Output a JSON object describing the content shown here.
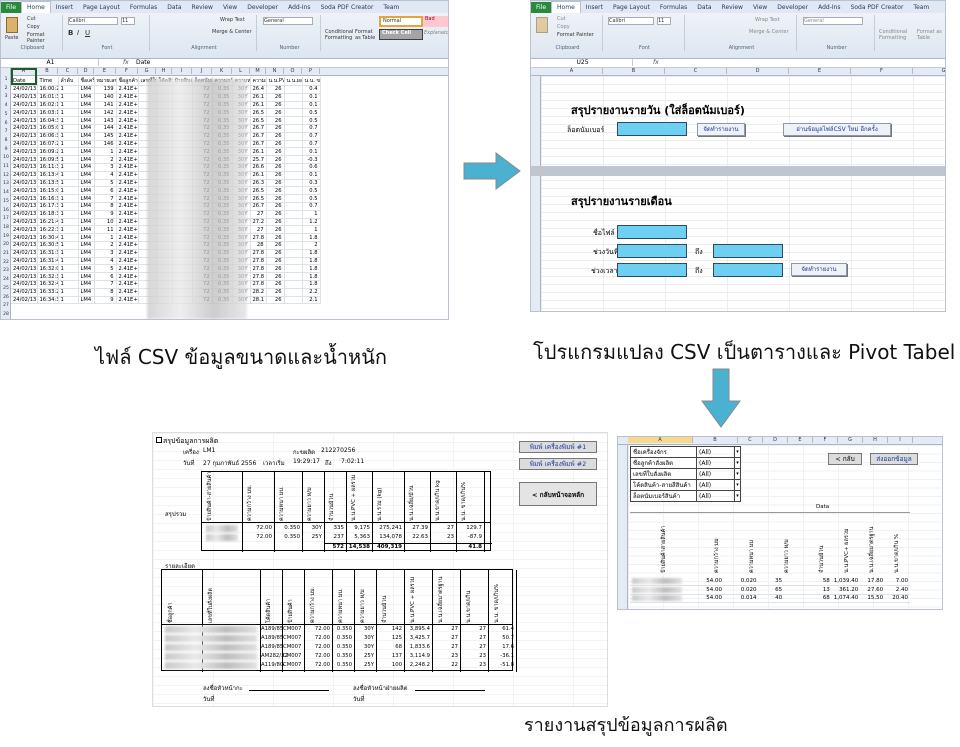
{
  "excel": {
    "tabs": [
      "File",
      "Home",
      "Insert",
      "Page Layout",
      "Formulas",
      "Data",
      "Review",
      "View",
      "Developer",
      "Add-Ins",
      "Soda PDF Creator",
      "Team"
    ],
    "clipboard": {
      "paste": "Paste",
      "cut": "Cut",
      "copy": "Copy",
      "format_painter": "Format Painter",
      "group": "Clipboard"
    },
    "font": {
      "name": "Calibri",
      "size": "11",
      "group": "Font"
    },
    "alignment": {
      "wrap": "Wrap Text",
      "merge": "Merge & Center",
      "group": "Alignment"
    },
    "number": {
      "format": "General",
      "group": "Number"
    },
    "styles": {
      "cond": "Conditional Formatting",
      "table": "Format as Table",
      "normal": "Normal",
      "bad": "Bad",
      "check": "Check Cell",
      "expl": "Explanato"
    }
  },
  "csv": {
    "namebox": "A1",
    "formula": "Date",
    "columns": [
      "A",
      "B",
      "C",
      "D",
      "E",
      "F",
      "G",
      "H",
      "I",
      "J",
      "K",
      "L",
      "M",
      "N",
      "O",
      "P"
    ],
    "header": [
      "Date",
      "Time",
      "ลำดับ",
      "ชื่อเครื่อง",
      "หมายเลข",
      "ชื่อลูกค้า",
      "เลขที่ใบสั่ง",
      "โค้ดสินค้า",
      "ป้ายสินค้า",
      "ล็อตนัมเบอร์",
      "ความกว้าง",
      "ความหนา",
      "ความยาว",
      "น.น.PVC",
      "น.น.ผลรวม",
      "น.น. ขาด/เกิน"
    ],
    "rows": [
      [
        "24/02/13",
        "16:00:23",
        "1",
        "LM4",
        "139",
        "2.41E+08",
        "72",
        "0.35",
        "30Y",
        "26.4",
        "26",
        "0.4"
      ],
      [
        "24/02/13",
        "16:01:30",
        "1",
        "LM4",
        "140",
        "2.41E+08",
        "72",
        "0.35",
        "30Y",
        "26.1",
        "26",
        "0.1"
      ],
      [
        "24/02/13",
        "16:02:13",
        "1",
        "LM4",
        "141",
        "2.41E+08",
        "72",
        "0.35",
        "30Y",
        "26.1",
        "26",
        "0.1"
      ],
      [
        "24/02/13",
        "16:03:18",
        "1",
        "LM4",
        "142",
        "2.41E+08",
        "72",
        "0.35",
        "30Y",
        "26.5",
        "26",
        "0.5"
      ],
      [
        "24/02/13",
        "16:04:31",
        "1",
        "LM4",
        "143",
        "2.41E+08",
        "72",
        "0.35",
        "30Y",
        "26.5",
        "26",
        "0.5"
      ],
      [
        "24/02/13",
        "16:05:02",
        "1",
        "LM4",
        "144",
        "2.41E+08",
        "72",
        "0.35",
        "30Y",
        "26.7",
        "26",
        "0.7"
      ],
      [
        "24/02/13",
        "16:06:33",
        "1",
        "LM4",
        "145",
        "2.41E+08",
        "72",
        "0.35",
        "30Y",
        "26.7",
        "26",
        "0.7"
      ],
      [
        "24/02/13",
        "16:07:22",
        "1",
        "LM4",
        "146",
        "2.41E+08",
        "72",
        "0.35",
        "30Y",
        "26.7",
        "26",
        "0.7"
      ],
      [
        "24/02/13",
        "16:09:25",
        "1",
        "LM4",
        "1",
        "2.41E+08",
        "72",
        "0.35",
        "30Y",
        "26.1",
        "26",
        "0.1"
      ],
      [
        "24/02/13",
        "16:09:53",
        "1",
        "LM4",
        "2",
        "2.41E+08",
        "72",
        "0.35",
        "30Y",
        "25.7",
        "26",
        "-0.3"
      ],
      [
        "24/02/13",
        "16:11:35",
        "1",
        "LM4",
        "3",
        "2.41E+08",
        "72",
        "0.35",
        "30Y",
        "26.6",
        "26",
        "0.6"
      ],
      [
        "24/02/13",
        "16:13:45",
        "1",
        "LM4",
        "4",
        "2.41E+08",
        "72",
        "0.35",
        "30Y",
        "26.1",
        "26",
        "0.1"
      ],
      [
        "24/02/13",
        "16:13:57",
        "1",
        "LM4",
        "5",
        "2.41E+08",
        "72",
        "0.35",
        "30Y",
        "26.3",
        "26",
        "0.3"
      ],
      [
        "24/02/13",
        "16:15:05",
        "1",
        "LM4",
        "6",
        "2.41E+08",
        "72",
        "0.35",
        "30Y",
        "26.5",
        "26",
        "0.5"
      ],
      [
        "24/02/13",
        "16:16:30",
        "1",
        "LM4",
        "7",
        "2.41E+08",
        "72",
        "0.35",
        "30Y",
        "26.5",
        "26",
        "0.5"
      ],
      [
        "24/02/13",
        "16:17:31",
        "1",
        "LM4",
        "8",
        "2.41E+08",
        "72",
        "0.35",
        "30Y",
        "26.7",
        "26",
        "0.7"
      ],
      [
        "24/02/13",
        "16:18:35",
        "1",
        "LM4",
        "9",
        "2.41E+08",
        "72",
        "0.35",
        "30Y",
        "27",
        "26",
        "1"
      ],
      [
        "24/02/13",
        "16:21:44",
        "1",
        "LM4",
        "10",
        "2.41E+08",
        "72",
        "0.35",
        "30Y",
        "27.2",
        "26",
        "1.2"
      ],
      [
        "24/02/13",
        "16:22:38",
        "1",
        "LM4",
        "11",
        "2.41E+08",
        "72",
        "0.35",
        "30Y",
        "27",
        "26",
        "1"
      ],
      [
        "24/02/13",
        "16:30:45",
        "1",
        "LM4",
        "1",
        "2.41E+08",
        "72",
        "0.35",
        "30Y",
        "27.8",
        "26",
        "1.8"
      ],
      [
        "24/02/13",
        "16:30:58",
        "1",
        "LM4",
        "2",
        "2.41E+08",
        "72",
        "0.35",
        "30Y",
        "28",
        "26",
        "2"
      ],
      [
        "24/02/13",
        "16:31:33",
        "1",
        "LM4",
        "3",
        "2.41E+08",
        "72",
        "0.35",
        "30Y",
        "27.8",
        "26",
        "1.8"
      ],
      [
        "24/02/13",
        "16:31:45",
        "1",
        "LM4",
        "4",
        "2.41E+08",
        "72",
        "0.35",
        "30Y",
        "27.8",
        "26",
        "1.8"
      ],
      [
        "24/02/13",
        "16:32:00",
        "1",
        "LM4",
        "5",
        "2.41E+08",
        "72",
        "0.35",
        "30Y",
        "27.8",
        "26",
        "1.8"
      ],
      [
        "24/02/13",
        "16:32:31",
        "1",
        "LM4",
        "6",
        "2.41E+08",
        "72",
        "0.35",
        "30Y",
        "27.8",
        "26",
        "1.8"
      ],
      [
        "24/02/13",
        "16:32:49",
        "1",
        "LM4",
        "7",
        "2.41E+08",
        "72",
        "0.35",
        "30Y",
        "27.8",
        "26",
        "1.8"
      ],
      [
        "24/02/13",
        "16:33:21",
        "1",
        "LM4",
        "8",
        "2.41E+08",
        "72",
        "0.35",
        "30Y",
        "28.2",
        "26",
        "2.2"
      ],
      [
        "24/02/13",
        "16:34:34",
        "1",
        "LM4",
        "9",
        "2.41E+08",
        "72",
        "0.35",
        "30Y",
        "28.1",
        "26",
        "2.1"
      ]
    ]
  },
  "converter": {
    "namebox": "U25",
    "daily_title": "สรุปรายงานรายวัน (ใส่ล็อตนัมเบอร์)",
    "lot_label": "ล็อตนัมเบอร์",
    "report_btn": "จัดทำรายงาน",
    "read_csv_btn": "อ่านข้อมูลไฟล์CSV ใหม่ อีกครั้ง",
    "monthly_title": "สรุปรายงานรายเดือน",
    "file_label": "ชื่อไฟล์",
    "date_range_label": "ช่วงวันที่",
    "time_range_label": "ช่วงเวลา",
    "to_label": "ถึง",
    "report_btn2": "จัดทำรายงาน"
  },
  "captions": {
    "csv": "ไฟล์ CSV ข้อมูลขนาดและน้ำหนัก",
    "converter": "โปรแกรมแปลง CSV เป็นตารางและ Pivot Tabel",
    "report": "รายงานสรุปข้อมูลการผลิต"
  },
  "report": {
    "title": "สรุปข้อมูลการผลิต",
    "machine_label": "เครื่อง",
    "machine": "LM1",
    "order_label": "กะขผลิต",
    "order": "212270256",
    "date_label": "วันที่",
    "date": "27 กุมภาพันธ์ 2556",
    "start_label": "เวลาเริ่ม",
    "start": "19:29:17",
    "to_label": "ถึง",
    "end": "7:02:11",
    "btn_print1": "พิมพ์ เครื่องพิมพ์ #1",
    "btn_print2": "พิมพ์ เครื่องพิมพ์ #2",
    "btn_back": "< กลับหน้าจอหลัก",
    "summary_label": "สรุปรวม",
    "summary_headers": [
      "ป้ายสินค้า-สายสินค้า",
      "ความกว้าง มม.",
      "ความหนา มม.",
      "ความยาว ห/ม",
      "จำนวนม้วน",
      "น.น.PVC + ผลรวม",
      "น.น.รวม (kg)",
      "น.น.เฉลี่ย/ม้วน",
      "น.น.ขาด/เกิน kg",
      "น.น. ขาด/เกิน%"
    ],
    "summary_rows": [
      [
        "72.00",
        "0.350",
        "30Y",
        "335",
        "9,175",
        "275,241",
        "27.39",
        "27",
        "129.7"
      ],
      [
        "72.00",
        "0.350",
        "25Y",
        "237",
        "5,363",
        "134,078",
        "22.63",
        "23",
        "-87.9"
      ]
    ],
    "summary_total": [
      "572",
      "14,538",
      "409,319",
      "",
      "",
      "41.8"
    ],
    "detail_label": "รายละเอียด",
    "detail_headers": [
      "ชื่อลูกค้า",
      "เลขที่ใบสั่งผลิต",
      "โค้ดสินค้า",
      "ป้ายสินค้า",
      "ความกว้าง มม.",
      "ความหนา มม.",
      "ความยาว ห/ม",
      "จำนวนม้วน",
      "น.น.PVC + ผลรวม",
      "น.น.เฉลี่ยมาตรฐาน",
      "น.น.ขาด/เกิน",
      "น.น. ขาด/เกิน%"
    ],
    "detail_rows": [
      [
        "A189/85",
        "CM007",
        "72.00",
        "0.350",
        "30Y",
        "142",
        "3,895.4",
        "27",
        "27",
        "61.4"
      ],
      [
        "A189/85",
        "CM007",
        "72.00",
        "0.350",
        "30Y",
        "125",
        "3,425.7",
        "27",
        "27",
        "50.7"
      ],
      [
        "A189/85",
        "CM007",
        "72.00",
        "0.350",
        "30Y",
        "68",
        "1,833.6",
        "27",
        "27",
        "17.6"
      ],
      [
        "AM282/22",
        "CM007",
        "72.00",
        "0.350",
        "25Y",
        "137",
        "3,114.9",
        "23",
        "23",
        "-36.1"
      ],
      [
        "A119/8G",
        "CM007",
        "72.00",
        "0.350",
        "25Y",
        "100",
        "2,248.2",
        "22",
        "23",
        "-51.8"
      ]
    ],
    "sign1": "ลงชื่อหัวหน้ากะ",
    "sign2": "ลงชื่อหัวหน้าฝ่ายผลิต",
    "date_sign": "วันที่"
  },
  "pivot": {
    "filters": [
      [
        "ชื่อเครื่องจักร",
        "(All)"
      ],
      [
        "ชื่อลูกค้าสั่งผลิต",
        "(All)"
      ],
      [
        "เลขที่ใบสั่งผลิต",
        "(All)"
      ],
      [
        "โค้ดสินค้า-สายสีสินค้า",
        "(All)"
      ],
      [
        "ล็อตนัมเบอร์สินค้า",
        "(All)"
      ]
    ],
    "btn_back": "< กลับ",
    "btn_send": "ส่งออกข้อมูล",
    "data_label": "Data",
    "headers": [
      "ป้ายสินค้าสายสินค้า",
      "ความกว้าง มม",
      "ความหนา มม",
      "ความยาว ห/ม",
      "จำนวนม้วน",
      "น.น.PVC+ ผลรวม",
      "น.น.เฉลี่ยมาตรฐาน",
      "น.น.ขาด/เกิน %"
    ],
    "rows": [
      [
        "54.00",
        "0.020",
        "35",
        "58",
        "1,039.40",
        "17.80",
        "7.00"
      ],
      [
        "54.00",
        "0.020",
        "65",
        "13",
        "361.20",
        "27.60",
        "2.40"
      ],
      [
        "54.00",
        "0.014",
        "40",
        "68",
        "1,074.40",
        "15.50",
        "20.40"
      ]
    ]
  }
}
